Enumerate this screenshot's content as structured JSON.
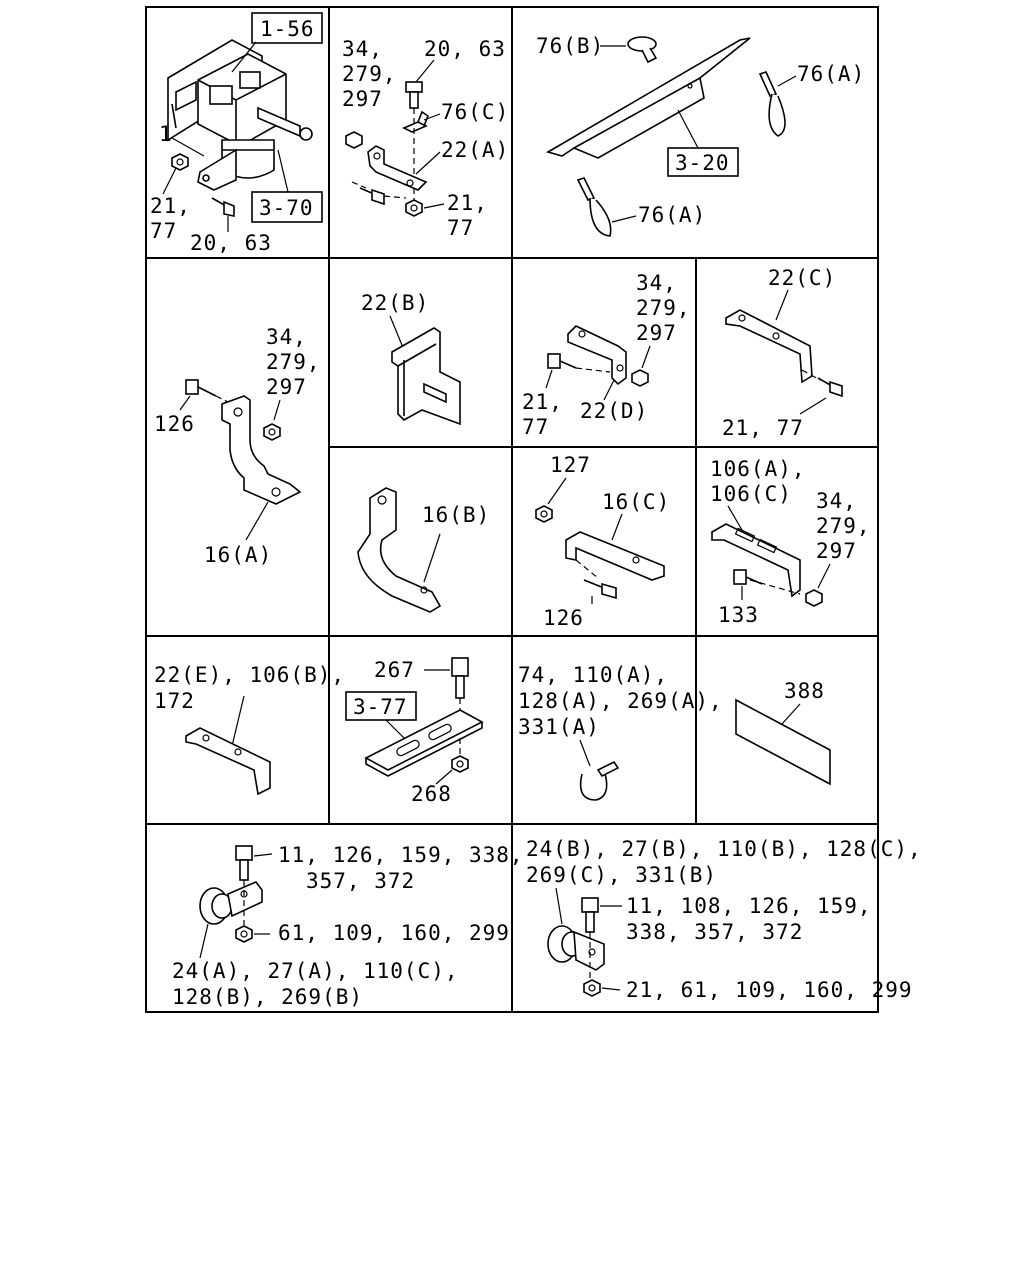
{
  "panels": {
    "p1": {
      "ref_top": "1-56",
      "ref_bottom": "3-70",
      "lbl_1": "1",
      "lbl_21": "21,",
      "lbl_77": "77",
      "lbl_2063": "20, 63"
    },
    "p2": {
      "lbl_34": "34,",
      "lbl_279": "279,",
      "lbl_297": "297",
      "lbl_2063": "20, 63",
      "lbl_76c": "76(C)",
      "lbl_22a": "22(A)",
      "lbl_21": "21,",
      "lbl_77": "77"
    },
    "p3": {
      "lbl_76b": "76(B)",
      "lbl_76a_1": "76(A)",
      "ref": "3-20",
      "lbl_76a_2": "76(A)"
    },
    "p4": {
      "lbl_34": "34,",
      "lbl_279": "279,",
      "lbl_297": "297",
      "lbl_126": "126",
      "lbl_16a": "16(A)"
    },
    "p5": {
      "lbl_22b": "22(B)"
    },
    "p6": {
      "lbl_34": "34,",
      "lbl_279": "279,",
      "lbl_297": "297",
      "lbl_21": "21,",
      "lbl_77": "77",
      "lbl_22d": "22(D)"
    },
    "p7": {
      "lbl_22c": "22(C)",
      "lbl_2177": "21, 77"
    },
    "p8": {
      "lbl_16b": "16(B)"
    },
    "p9": {
      "lbl_127": "127",
      "lbl_16c": "16(C)",
      "lbl_126": "126"
    },
    "p10": {
      "lbl_106a": "106(A),",
      "lbl_106c": "106(C)",
      "lbl_34": "34,",
      "lbl_279": "279,",
      "lbl_297": "297",
      "lbl_133": "133"
    },
    "p11": {
      "line1": "22(E), 106(B),",
      "line2": "172"
    },
    "p12": {
      "lbl_267": "267",
      "ref": "3-77",
      "lbl_268": "268"
    },
    "p13": {
      "line1": "74, 110(A),",
      "line2": "128(A), 269(A),",
      "line3": "331(A)"
    },
    "p14": {
      "lbl_388": "388"
    },
    "p15": {
      "bolt1": "11, 126, 159, 338,",
      "bolt2": "357, 372",
      "nut": "61, 109, 160, 299",
      "clip1": "24(A), 27(A), 110(C),",
      "clip2": "128(B), 269(B)"
    },
    "p16": {
      "clip1": "24(B), 27(B), 110(B), 128(C),",
      "clip2": "269(C), 331(B)",
      "bolt1": "11, 108, 126, 159,",
      "bolt2": "338, 357, 372",
      "nut": "21, 61, 109, 160, 299"
    }
  }
}
